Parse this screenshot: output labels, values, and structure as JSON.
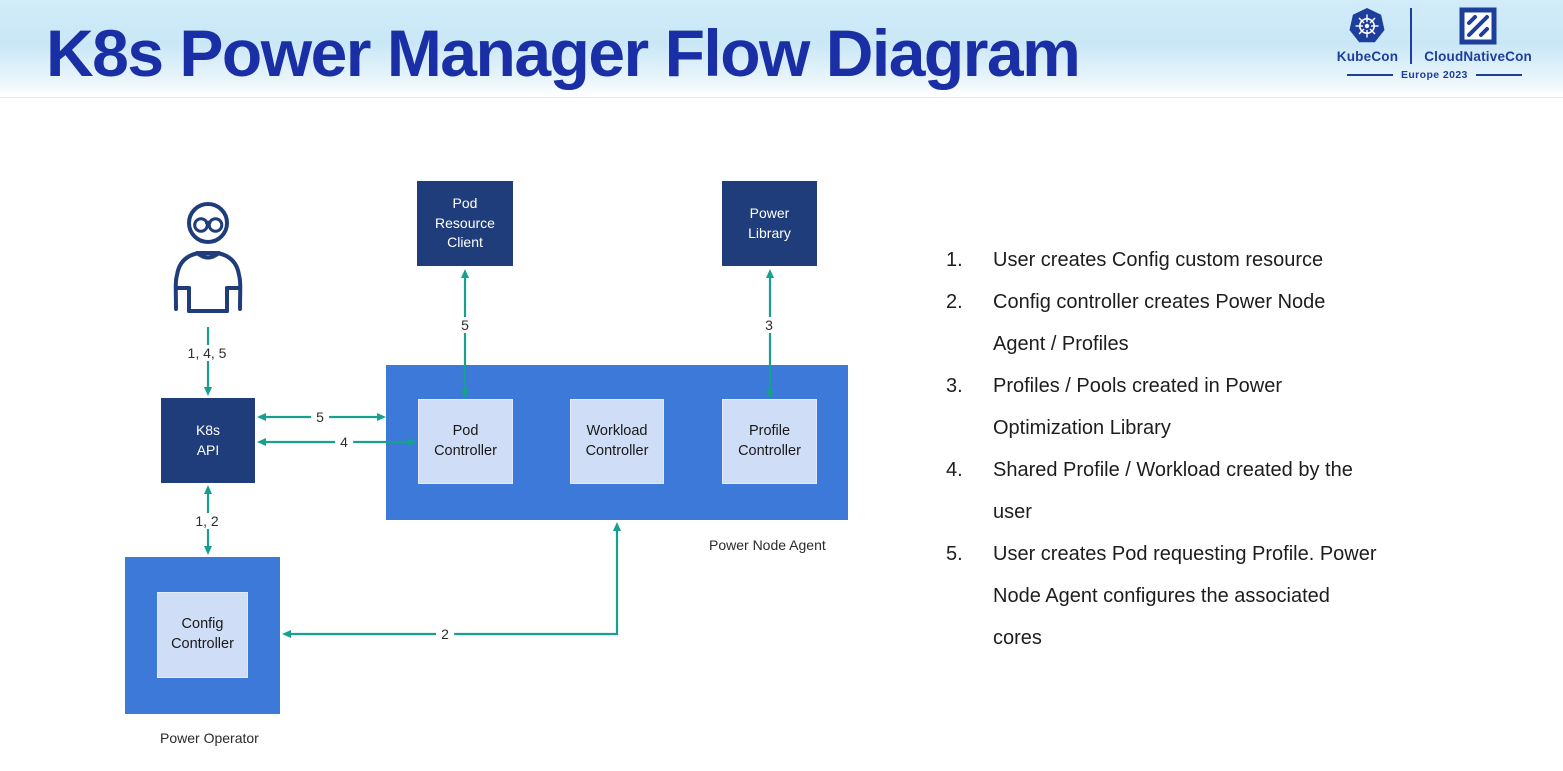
{
  "header": {
    "title": "K8s Power Manager Flow Diagram",
    "logos": {
      "kubecon_label": "KubeCon",
      "cloudnativecon_label": "CloudNativeCon",
      "event_label": "Europe 2023"
    }
  },
  "diagram": {
    "boxes": {
      "pod_resource_client": "Pod Resource Client",
      "power_library": "Power Library",
      "k8s_api": "K8s API",
      "pod_controller": "Pod Controller",
      "workload_controller": "Workload Controller",
      "profile_controller": "Profile Controller",
      "config_controller": "Config Controller"
    },
    "group_labels": {
      "power_node_agent": "Power Node Agent",
      "power_operator": "Power Operator"
    },
    "arrow_labels": {
      "user_to_k8s_api": "1, 4, 5",
      "k8s_api_to_power_operator": "1, 2",
      "k8s_api_pod_controller_top": "5",
      "k8s_api_pod_controller_bottom": "4",
      "pod_controller_to_pod_resource_client": "5",
      "profile_controller_to_power_library": "3",
      "power_node_agent_to_config_controller": "2"
    },
    "icons": {
      "user": "user-icon",
      "kubecon": "kubecon-wheel-icon",
      "cloudnativecon": "cloudnativecon-icon"
    },
    "colors": {
      "dark_navy_box": "#1f3d7a",
      "medium_blue_box": "#3d79d9",
      "light_blue_box": "#cfddf7",
      "arrow_teal": "#17a08f",
      "title_blue": "#1a2ea6",
      "logo_navy": "#1e3e9c",
      "header_gradient_top": "#d2ecf9",
      "header_gradient_bottom": "#ffffff"
    }
  },
  "steps": [
    {
      "num": "1.",
      "lines": [
        "User creates Config custom resource"
      ]
    },
    {
      "num": "2.",
      "lines": [
        "Config controller creates Power Node",
        "Agent / Profiles"
      ]
    },
    {
      "num": "3.",
      "lines": [
        "Profiles / Pools created in Power",
        "Optimization Library"
      ]
    },
    {
      "num": "4.",
      "lines": [
        "Shared Profile / Workload created by the",
        "user"
      ]
    },
    {
      "num": "5.",
      "lines": [
        "User creates Pod requesting Profile. Power",
        "Node Agent configures the associated",
        "cores"
      ]
    }
  ]
}
